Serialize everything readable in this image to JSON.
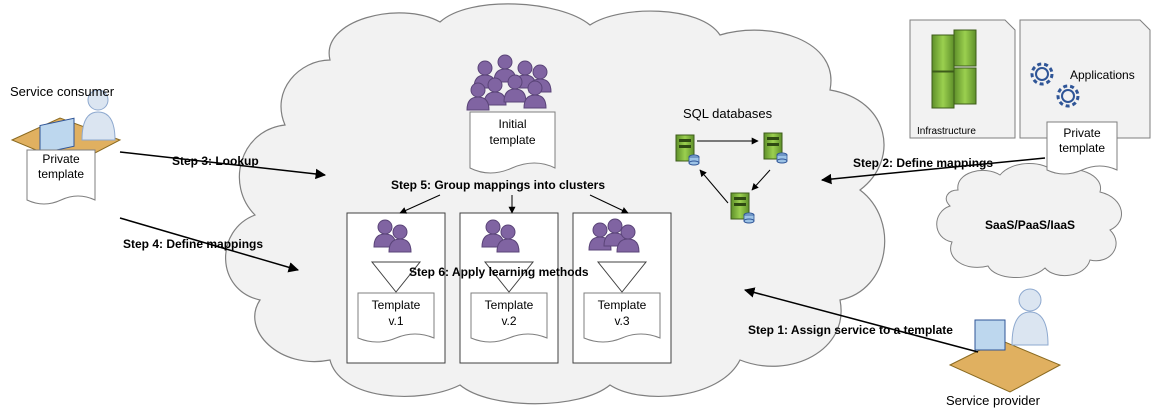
{
  "actors": {
    "consumer_label": "Service consumer",
    "provider_label": "Service provider"
  },
  "documents": {
    "consumer_template": "Private\ntemplate",
    "provider_template": "Private\ntemplate",
    "initial_template": "Initial\ntemplate",
    "template_v1": "Template\nv.1",
    "template_v2": "Template\nv.2",
    "template_v3": "Template\nv.3"
  },
  "resources": {
    "infrastructure": "Infrastructure",
    "applications": "Applications",
    "sql_databases": "SQL databases",
    "cloud_small": "SaaS/PaaS/IaaS"
  },
  "steps": {
    "step1": "Step 1: Assign service to a template",
    "step2": "Step 2: Define mappings",
    "step3": "Step 3: Lookup",
    "step4": "Step 4: Define mappings",
    "step5": "Step 5: Group mappings into clusters",
    "step6": "Step 6: Apply learning methods"
  },
  "colors": {
    "people": "#8064a2",
    "server": "#7cae3a",
    "cloud_fill": "#f2f2f2",
    "doc_fill": "#ffffff"
  }
}
